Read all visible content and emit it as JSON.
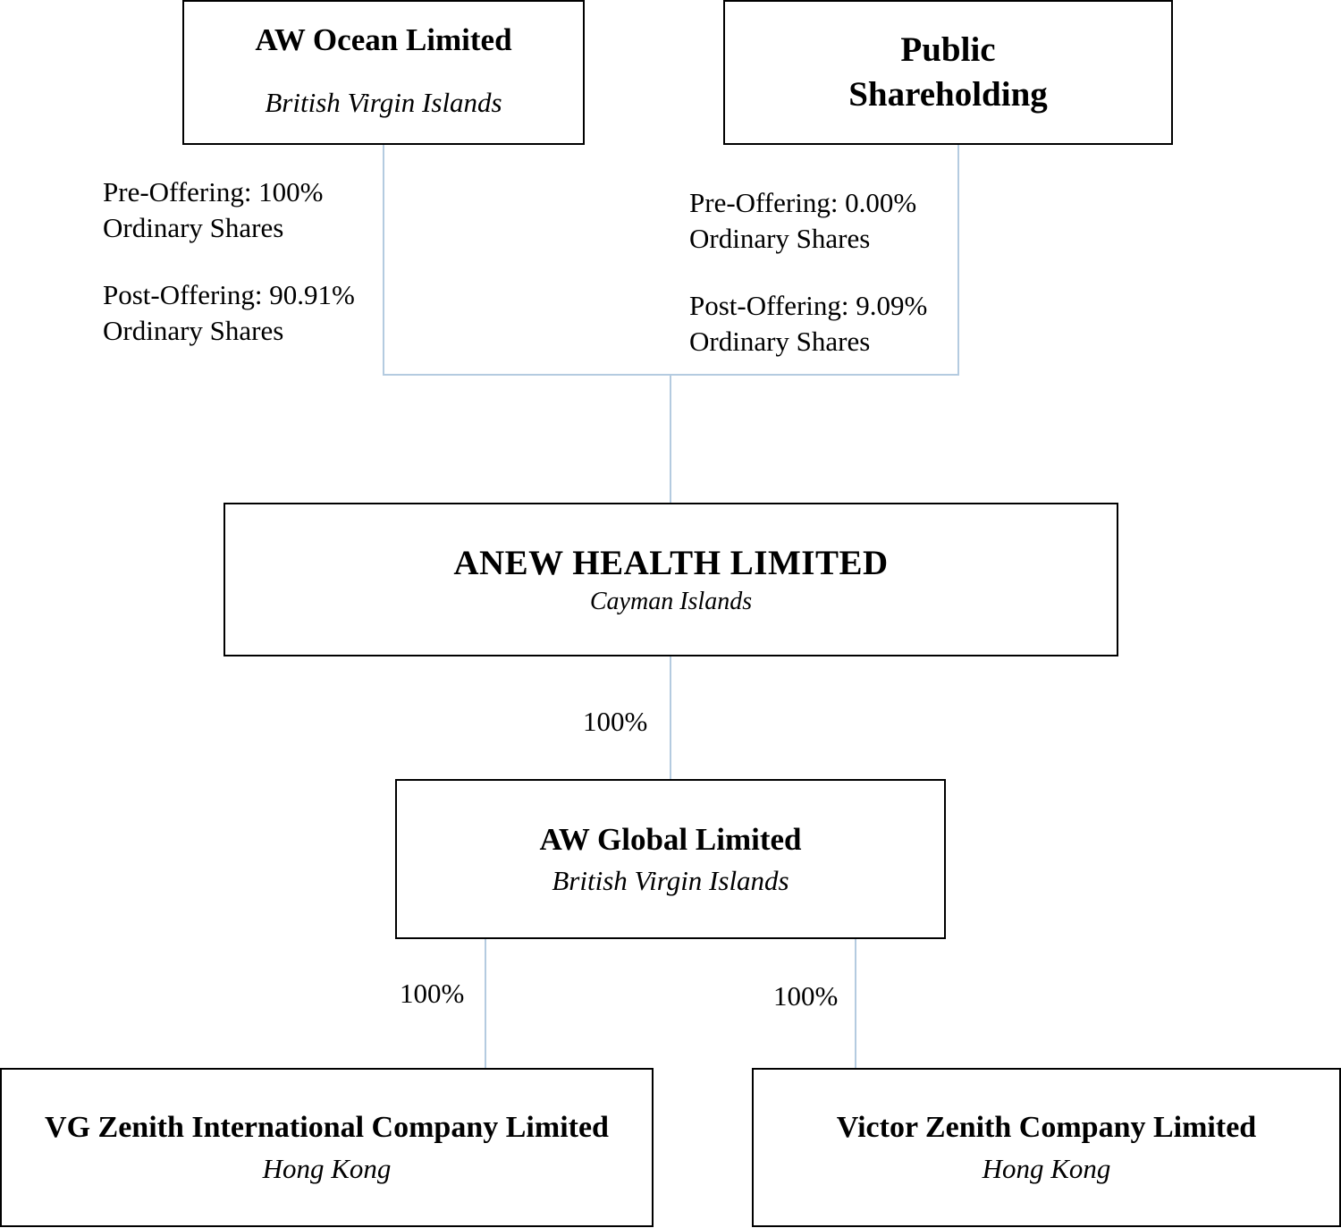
{
  "diagram": {
    "aw_ocean": {
      "name": "AW Ocean Limited",
      "jurisdiction": "British Virgin Islands"
    },
    "public": {
      "name_line1": "Public",
      "name_line2": "Shareholding"
    },
    "anew": {
      "name": "ANEW HEALTH LIMITED",
      "jurisdiction": "Cayman Islands"
    },
    "aw_global": {
      "name": "AW Global Limited",
      "jurisdiction": "British Virgin Islands"
    },
    "vg_zenith": {
      "name": "VG Zenith International Company Limited",
      "jurisdiction": "Hong Kong"
    },
    "victor_zenith": {
      "name": "Victor Zenith Company Limited",
      "jurisdiction": "Hong Kong"
    },
    "aw_ocean_stake": {
      "pre": "Pre-Offering: 100%",
      "pre_type": "Ordinary Shares",
      "post": "Post-Offering: 90.91%",
      "post_type": "Ordinary Shares"
    },
    "public_stake": {
      "pre": "Pre-Offering: 0.00%",
      "pre_type": "Ordinary Shares",
      "post": "Post-Offering: 9.09%",
      "post_type": "Ordinary Shares"
    },
    "anew_to_global": "100%",
    "global_to_vg": "100%",
    "global_to_victor": "100%"
  }
}
